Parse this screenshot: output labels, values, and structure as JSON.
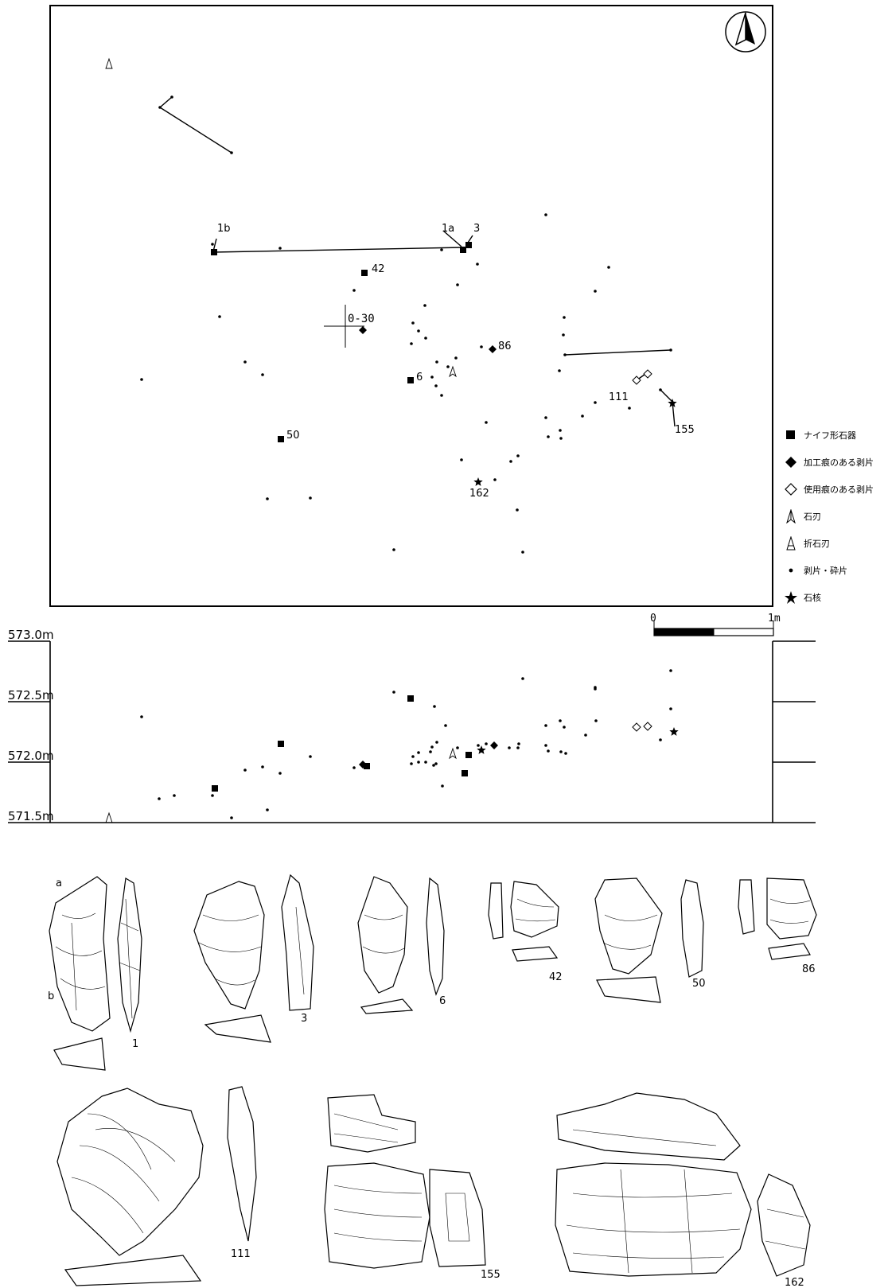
{
  "legend": [
    {
      "key": "knife",
      "label": "ナイフ形石器",
      "icon": "filled-square-icon"
    },
    {
      "key": "retouched",
      "label": "加工痕のある剥片",
      "icon": "filled-diamond-icon"
    },
    {
      "key": "utilized",
      "label": "使用痕のある剥片",
      "icon": "open-diamond-icon"
    },
    {
      "key": "blade",
      "label": "石刃",
      "icon": "blade-icon"
    },
    {
      "key": "broken",
      "label": "折石刃",
      "icon": "broken-blade-icon"
    },
    {
      "key": "flake",
      "label": "剥片・砕片",
      "icon": "dot-icon"
    },
    {
      "key": "core",
      "label": "石核",
      "icon": "star-icon"
    }
  ],
  "plan": {
    "grid_label": "0-30",
    "point_labels": [
      "1b",
      "1a",
      "3",
      "42",
      "86",
      "6",
      "111",
      "155",
      "50",
      "162"
    ],
    "scale": {
      "zero": "0",
      "one": "1m"
    }
  },
  "section": {
    "elevations": [
      "573.0m",
      "572.5m",
      "572.0m",
      "571.5m"
    ]
  },
  "artifacts": {
    "labels": [
      "1",
      "3",
      "6",
      "42",
      "50",
      "86",
      "111",
      "155",
      "162"
    ],
    "side_a": "a",
    "side_b": "b"
  }
}
